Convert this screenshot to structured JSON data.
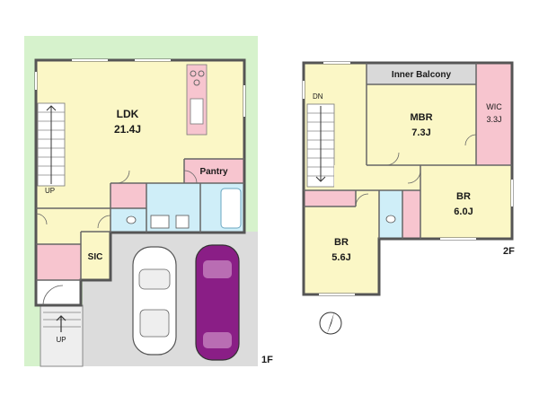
{
  "floor1": {
    "label": "1F",
    "ldk": {
      "name": "LDK",
      "size": "21.4J"
    },
    "pantry": "Pantry",
    "sic": "SIC",
    "up_stair": "UP",
    "up_entry": "UP"
  },
  "floor2": {
    "label": "2F",
    "inner_balcony": "Inner Balcony",
    "mbr": {
      "name": "MBR",
      "size": "7.3J"
    },
    "wic": {
      "name": "WIC",
      "size": "3.3J"
    },
    "br_right": {
      "name": "BR",
      "size": "6.0J"
    },
    "br_left": {
      "name": "BR",
      "size": "5.6J"
    },
    "down_stair": "DN"
  },
  "colors": {
    "room": "#fbf7c6",
    "wet": "#cfeef8",
    "closet": "#f7c5cf",
    "garden": "#d6f2cc",
    "parking": "#dcdcdc",
    "balcony": "#d9d9d9",
    "wall": "#555555",
    "car_alt": "#8a1e86"
  }
}
